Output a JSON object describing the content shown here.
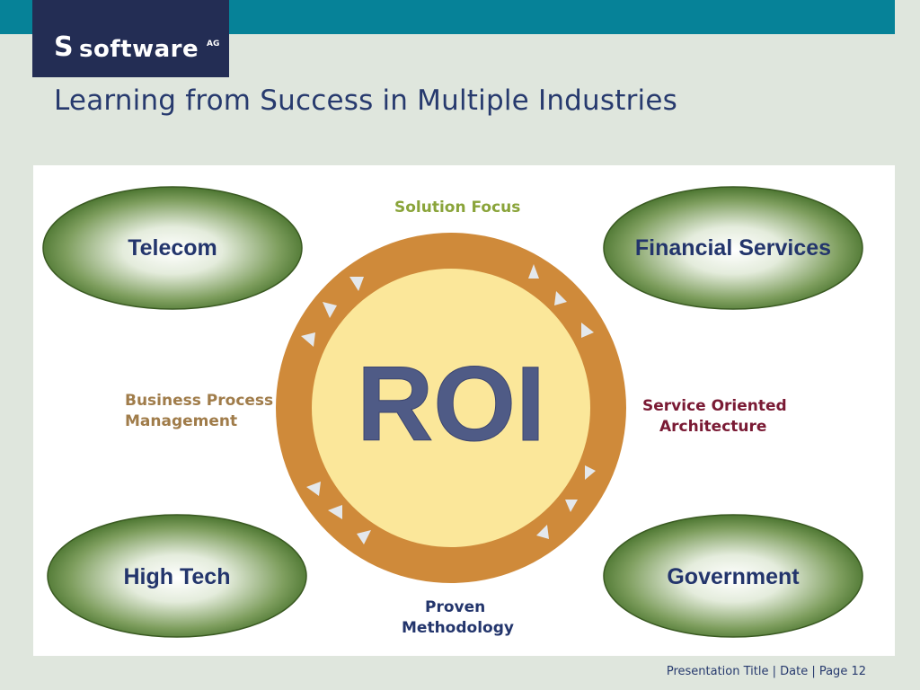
{
  "header": {
    "logo_mark": "S",
    "logo_text": "software",
    "logo_suffix": "AG",
    "title": "Learning from Success in Multiple Industries"
  },
  "diagram": {
    "center_label": "ROI",
    "industries": [
      {
        "label": "Telecom"
      },
      {
        "label": "Financial Services"
      },
      {
        "label": "High Tech"
      },
      {
        "label": "Government"
      }
    ],
    "annotations": {
      "top": "Solution Focus",
      "left_line1": "Business Process",
      "left_line2": "Management",
      "right_line1": "Service Oriented",
      "right_line2": "Architecture",
      "bottom_line1": "Proven",
      "bottom_line2": "Methodology"
    }
  },
  "footer": {
    "text": "Presentation Title | Date | Page 12"
  },
  "colors": {
    "header_bar": "#068298",
    "logo_bg": "#232d54",
    "title": "#273a6e",
    "ring": "#cf8a3a",
    "inner_circle": "#fbe79a",
    "roi_text": "#4f5b86",
    "industry_text": "#23356c",
    "ellipse_dark": "#3f6b25",
    "solution_focus": "#8aa43a",
    "bpm": "#a07c4a",
    "soa": "#7a1a34",
    "methodology": "#23356c"
  }
}
